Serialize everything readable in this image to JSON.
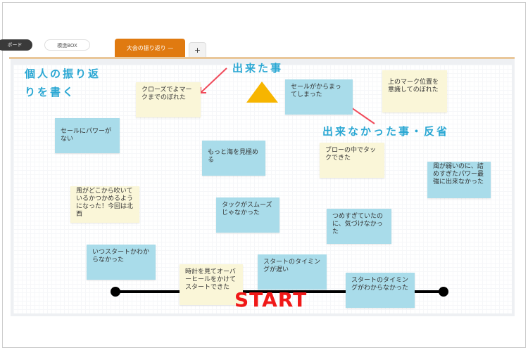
{
  "header": {
    "board_label": "ボード",
    "box_label": "模造BOX",
    "active_tab": "大会の振り返り —",
    "add_tab": "+"
  },
  "annotations": {
    "personal": "個人の振り返りを書く",
    "done": "出来た事",
    "not_done": "出来なかった事・反省",
    "start": "START"
  },
  "colors": {
    "tab": "#e07a10",
    "note_blue": "#a9dcea",
    "note_yellow": "#faf6d8",
    "annotation": "#2aa7d3",
    "start": "#f01818",
    "triangle": "#f7b500"
  },
  "notes": [
    {
      "text": "クローズでよマークまでのぼれた",
      "color": "yellow"
    },
    {
      "text": "セールにパワーがない",
      "color": "blue"
    },
    {
      "text": "もっと海を見極める",
      "color": "blue"
    },
    {
      "text": "セールがからまってしまった",
      "color": "blue"
    },
    {
      "text": "上のマーク位置を意識してのぼれた",
      "color": "yellow"
    },
    {
      "text": "ブローの中でタックできた",
      "color": "yellow"
    },
    {
      "text": "風が弱いのに、詰めすぎたパワー最強に出来なかった",
      "color": "blue"
    },
    {
      "text": "風がどこから吹いているかつかめるようになった！今回は北西",
      "color": "yellow"
    },
    {
      "text": "タックがスムーズじゃなかった",
      "color": "blue"
    },
    {
      "text": "つめすぎていたのに、気づけなかった",
      "color": "blue"
    },
    {
      "text": "いつスタートかわからなかった",
      "color": "blue"
    },
    {
      "text": "時計を見てオーバーヒールをかけてスタートできた",
      "color": "yellow"
    },
    {
      "text": "スタートのタイミングが遅い",
      "color": "blue"
    },
    {
      "text": "スタートのタイミングがわからなかった",
      "color": "blue"
    }
  ]
}
